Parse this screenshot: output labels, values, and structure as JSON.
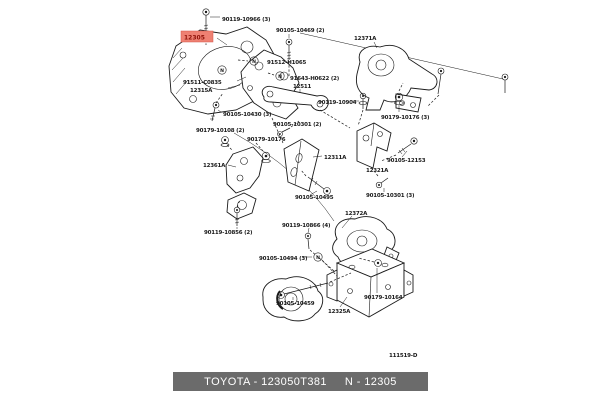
{
  "footer": {
    "left": "TOYOTA - 123050T381",
    "right": "N - 12305"
  },
  "drawing_number": "111519-D",
  "markers": {
    "n": "N"
  },
  "colors": {
    "line": "#1a1a1a",
    "highlight_bg": "#ee8173",
    "highlight_fg": "#8f1209",
    "footer_bg": "#6b6b6b",
    "footer_fg": "#ffffff"
  },
  "parts": {
    "selected": "12305",
    "labels": [
      {
        "text": "90119-10966 (3)"
      },
      {
        "text": "90105-10469 (2)"
      },
      {
        "text": "12305"
      },
      {
        "text": "12371A"
      },
      {
        "text": "91512-H1065"
      },
      {
        "text": "91643-H0622 (2)"
      },
      {
        "text": "91511-C0835"
      },
      {
        "text": "12315A"
      },
      {
        "text": "12511"
      },
      {
        "text": "90119-10904"
      },
      {
        "text": "90179-10176 (3)"
      },
      {
        "text": "90105-10430 (3)"
      },
      {
        "text": "90105-10301 (2)"
      },
      {
        "text": "90179-10108 (2)"
      },
      {
        "text": "90179-10176"
      },
      {
        "text": "12361A"
      },
      {
        "text": "12311A"
      },
      {
        "text": "90105-12153"
      },
      {
        "text": "12321A"
      },
      {
        "text": "90105-10301 (3)"
      },
      {
        "text": "90105-10495"
      },
      {
        "text": "12372A"
      },
      {
        "text": "90119-10866 (4)"
      },
      {
        "text": "90119-10856 (2)"
      },
      {
        "text": "90105-10494 (3)"
      },
      {
        "text": "90105-10459"
      },
      {
        "text": "12325A"
      },
      {
        "text": "90179-10164"
      }
    ]
  }
}
